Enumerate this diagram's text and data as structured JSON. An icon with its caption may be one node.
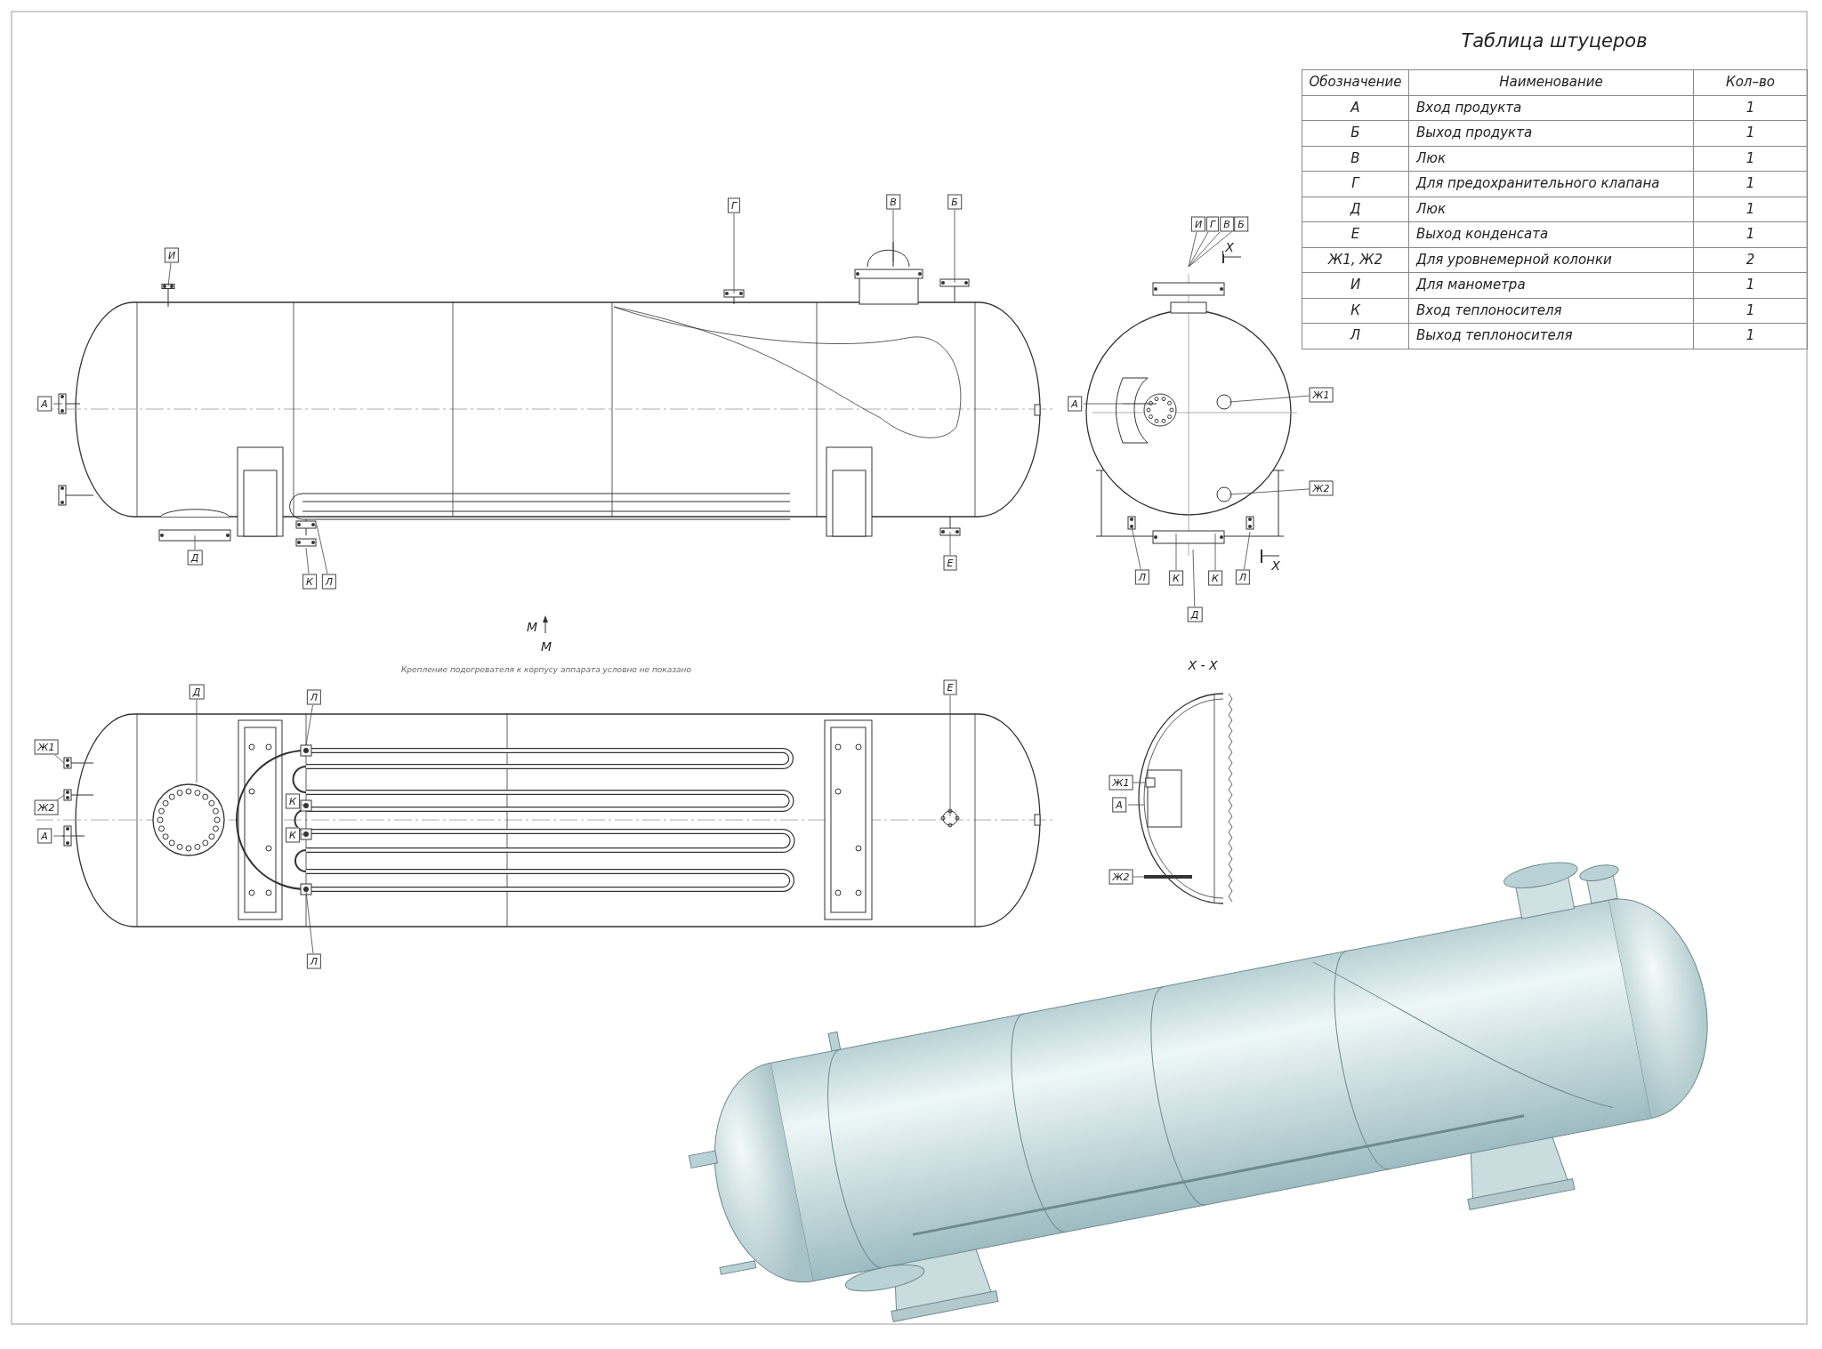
{
  "diagram": {
    "nodes": [
      {
        "text": [
          "Г"
        ]
      },
      {
        "text": [
          "В"
        ]
      },
      {
        "text": [
          "Б"
        ]
      },
      {
        "text": [
          "И"
        ]
      },
      {
        "text": [
          "Г"
        ]
      },
      {
        "text": [
          "В"
        ]
      },
      {
        "text": [
          "Б"
        ]
      },
      {
        "text": [
          "И"
        ]
      },
      {
        "text": [
          "А"
        ]
      },
      {
        "text": [
          "А"
        ]
      },
      {
        "text": [
          "Ж1"
        ]
      },
      {
        "text": [
          "Ж2"
        ]
      },
      {
        "text": [
          "Д"
        ]
      },
      {
        "text": [
          "К"
        ]
      },
      {
        "text": [
          "Л"
        ]
      },
      {
        "text": [
          "Е"
        ]
      },
      {
        "text": [
          "Л"
        ]
      },
      {
        "text": [
          "К"
        ]
      },
      {
        "text": [
          "К"
        ]
      },
      {
        "text": [
          "Л"
        ]
      },
      {
        "text": [
          "Д"
        ]
      },
      {
        "text": [
          "Д"
        ]
      },
      {
        "text": [
          "Л"
        ]
      },
      {
        "text": [
          "Е"
        ]
      },
      {
        "text": [
          "Ж1"
        ]
      },
      {
        "text": [
          "Ж2"
        ]
      },
      {
        "text": [
          "Ж1"
        ]
      },
      {
        "text": [
          "К"
        ]
      },
      {
        "text": [
          "А"
        ]
      },
      {
        "text": [
          "А"
        ]
      },
      {
        "text": [
          "К"
        ]
      },
      {
        "text": [
          "Ж2"
        ]
      },
      {
        "text": [
          "Л"
        ]
      }
    ],
    "edges": [
      {
        "from": 0,
        "to": null,
        "arrow": "none"
      },
      {
        "from": 1,
        "to": null,
        "arrow": "none"
      },
      {
        "from": 2,
        "to": null,
        "arrow": "none"
      },
      {
        "from": 3,
        "to": null,
        "arrow": "none"
      },
      {
        "from": 4,
        "to": null,
        "arrow": "none"
      },
      {
        "from": 5,
        "to": null,
        "arrow": "none"
      },
      {
        "from": 6,
        "to": null,
        "arrow": "none"
      },
      {
        "from": 7,
        "to": null,
        "arrow": "none"
      },
      {
        "from": 8,
        "to": null,
        "arrow": "none"
      },
      {
        "from": 9,
        "to": null,
        "arrow": "none"
      },
      {
        "from": 10,
        "to": null,
        "arrow": "none"
      },
      {
        "from": 11,
        "to": null,
        "arrow": "none"
      },
      {
        "from": 12,
        "to": null,
        "arrow": "none"
      },
      {
        "from": 13,
        "to": null,
        "arrow": "none"
      },
      {
        "from": 14,
        "to": null,
        "arrow": "none"
      },
      {
        "from": 15,
        "to": null,
        "arrow": "none"
      },
      {
        "from": 16,
        "to": null,
        "arrow": "none"
      },
      {
        "from": 17,
        "to": null,
        "arrow": "none"
      },
      {
        "from": 18,
        "to": null,
        "arrow": "none"
      },
      {
        "from": 19,
        "to": null,
        "arrow": "none"
      },
      {
        "from": 20,
        "to": null,
        "arrow": "none"
      },
      {
        "from": 21,
        "to": null,
        "arrow": "none"
      },
      {
        "from": 22,
        "to": null,
        "arrow": "none"
      },
      {
        "from": 23,
        "to": null,
        "arrow": "none"
      },
      {
        "from": 24,
        "to": null,
        "arrow": "none"
      },
      {
        "from": 25,
        "to": null,
        "arrow": "none"
      },
      {
        "from": 26,
        "to": null,
        "arrow": "none"
      },
      {
        "from": 27,
        "to": null,
        "arrow": "none"
      },
      {
        "from": 28,
        "to": null,
        "arrow": "none"
      },
      {
        "from": 29,
        "to": null,
        "arrow": "none"
      },
      {
        "from": 30,
        "to": null,
        "arrow": "none"
      },
      {
        "from": 31,
        "to": null,
        "arrow": "none"
      },
      {
        "from": 32,
        "to": null,
        "arrow": "none"
      }
    ],
    "labels": [
      "Таблица штуцеров",
      "Обозначение",
      "Наименование",
      "Кол–во",
      "А",
      "Вход продукта",
      "1",
      "Б",
      "Выход продукта",
      "1",
      "В",
      "Люк",
      "1",
      "Г",
      "Для предохранительного клапана",
      "1",
      "Д",
      "Люк",
      "1",
      "Е",
      "Выход конденсата",
      "1",
      "Ж1, Ж2",
      "Для уровнемерной колонки",
      "2",
      "И",
      "Для манометра",
      "1",
      "К",
      "Вход теплоносителя",
      "1",
      "Л",
      "Выход теплоносителя",
      "1",
      "Х",
      "Х",
      "М",
      "М",
      "Крепление подогревателя к корпусу аппарата условно не показано",
      "Х - Х"
    ]
  }
}
